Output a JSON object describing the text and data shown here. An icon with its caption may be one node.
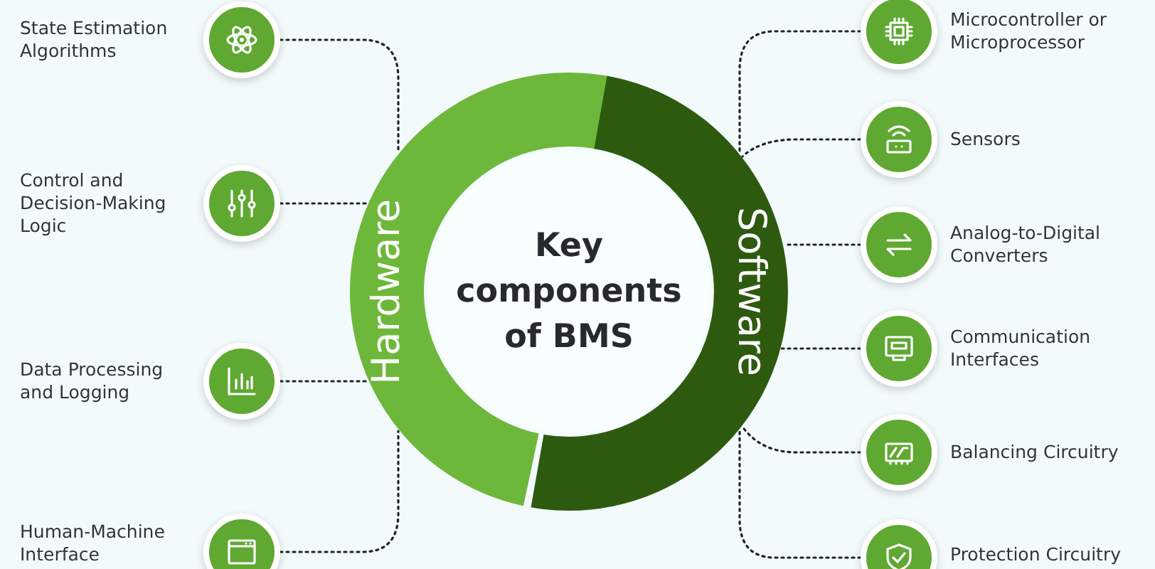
{
  "diagram": {
    "nodes": [
      {
        "text": [
          "Key components of BMS"
        ]
      },
      {
        "text": [
          "Hardware"
        ]
      },
      {
        "text": [
          "Software"
        ]
      },
      {
        "text": [],
        "shape": "circle",
        "beside": [
          "State Estimation Algorithms"
        ]
      },
      {
        "text": [],
        "shape": "circle",
        "beside": [
          "Control and Decision-Making Logic"
        ]
      },
      {
        "text": [],
        "shape": "circle",
        "beside": [
          "Data Processing and Logging"
        ]
      },
      {
        "text": [],
        "shape": "circle",
        "beside": [
          "Human-Machine Interface"
        ]
      },
      {
        "text": [],
        "shape": "circle",
        "beside": [
          "Microcontroller or Microprocessor"
        ]
      },
      {
        "text": [],
        "shape": "circle",
        "beside": [
          "Sensors"
        ]
      },
      {
        "text": [],
        "shape": "circle",
        "beside": [
          "Analog-to-Digital Converters"
        ]
      },
      {
        "text": [],
        "shape": "circle",
        "beside": [
          "Communication Interfaces"
        ]
      },
      {
        "text": [],
        "shape": "circle",
        "beside": [
          "Balancing Circuitry"
        ]
      },
      {
        "text": [],
        "shape": "circle",
        "beside": [
          "Protection Circuitry"
        ]
      }
    ],
    "edges": [
      {
        "from": 1,
        "to": 3,
        "arrow": "none",
        "style": "dashed"
      },
      {
        "from": 1,
        "to": 4,
        "arrow": "none",
        "style": "dashed"
      },
      {
        "from": 1,
        "to": 5,
        "arrow": "none",
        "style": "dashed"
      },
      {
        "from": 1,
        "to": 6,
        "arrow": "none",
        "style": "dashed"
      },
      {
        "from": 2,
        "to": 7,
        "arrow": "none",
        "style": "dashed"
      },
      {
        "from": 2,
        "to": 8,
        "arrow": "none",
        "style": "dashed"
      },
      {
        "from": 2,
        "to": 9,
        "arrow": "none",
        "style": "dashed"
      },
      {
        "from": 2,
        "to": 10,
        "arrow": "none",
        "style": "dashed"
      },
      {
        "from": 2,
        "to": 11,
        "arrow": "none",
        "style": "dashed"
      },
      {
        "from": 2,
        "to": 12,
        "arrow": "none",
        "style": "dashed"
      }
    ]
  }
}
